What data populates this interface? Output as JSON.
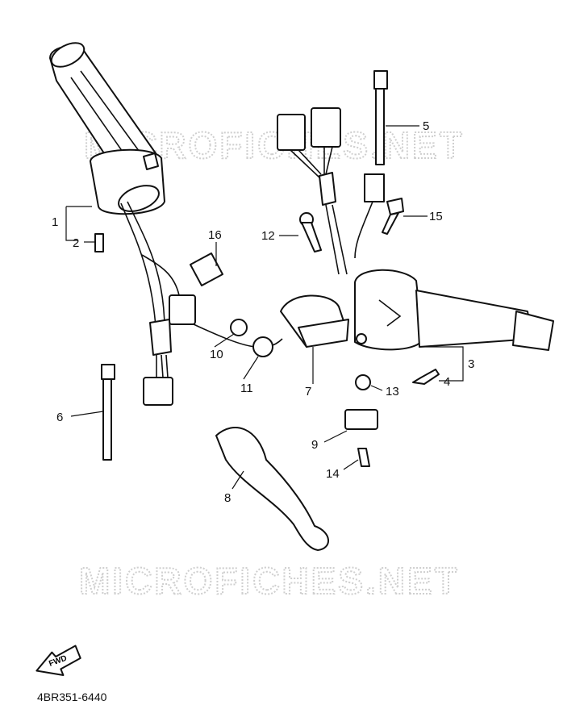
{
  "watermark": "MICROFICHES.NET",
  "diagram_code": "4BR351-6440",
  "fwd_label": "FWD",
  "callouts": {
    "c1": "1",
    "c2": "2",
    "c3": "3",
    "c4": "4",
    "c5": "5",
    "c6": "6",
    "c7": "7",
    "c8": "8",
    "c9": "9",
    "c10": "10",
    "c11": "11",
    "c12": "12",
    "c13": "13",
    "c14": "14",
    "c15": "15",
    "c16": "16"
  }
}
